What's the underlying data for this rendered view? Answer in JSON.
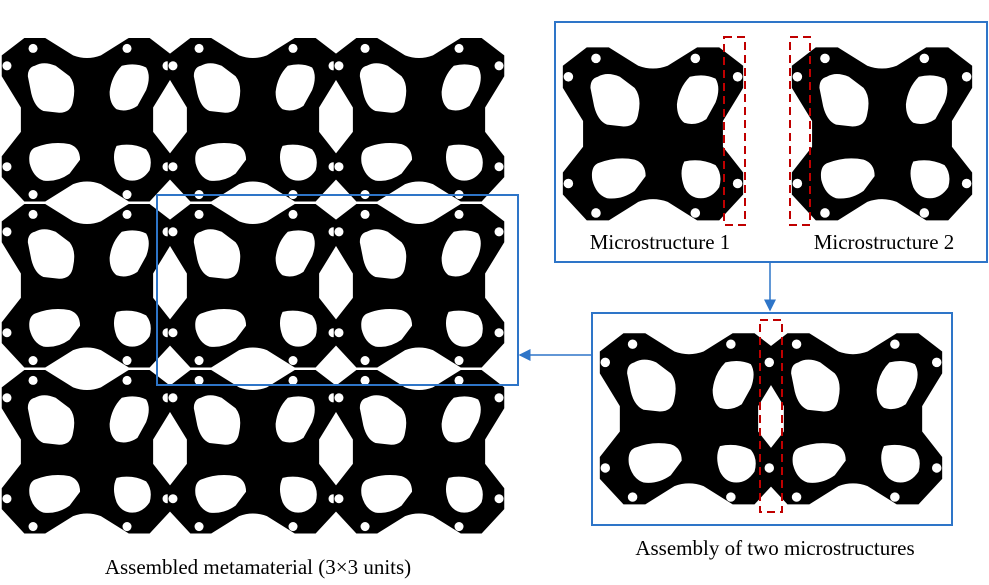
{
  "labels": {
    "micro1": "Microstructure 1",
    "micro2": "Microstructure 2",
    "assembly": "Assembly of two microstructures",
    "metamaterial": "Assembled metamaterial (3×3 units)"
  },
  "grid": {
    "rows": 3,
    "cols": 3
  },
  "colors": {
    "frame": "#2e75c8",
    "highlight": "#c00000",
    "material": "#000000"
  }
}
